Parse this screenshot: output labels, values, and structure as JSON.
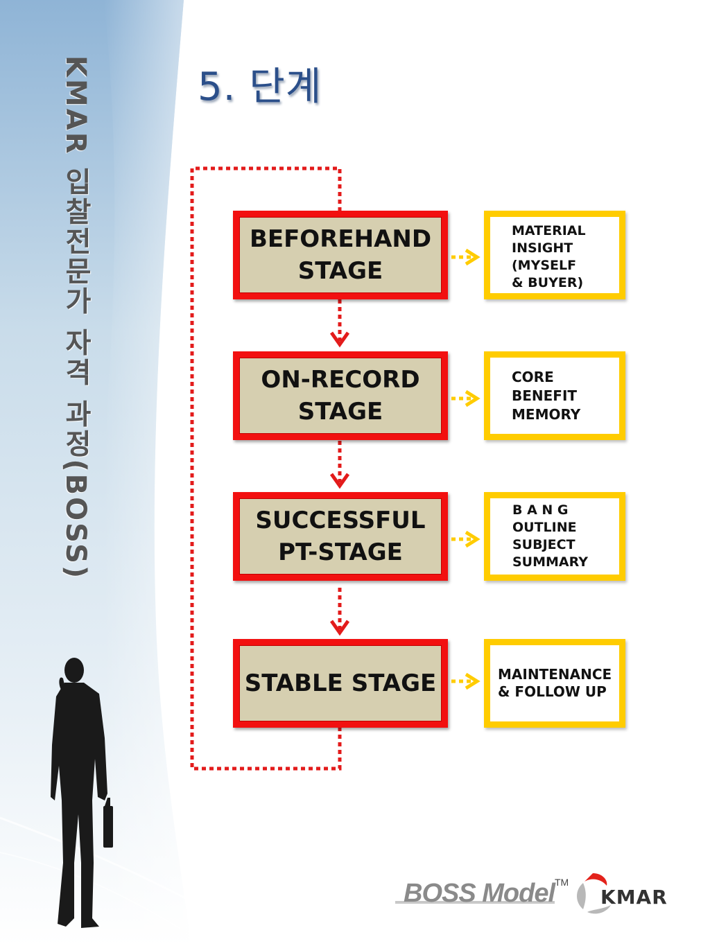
{
  "title": "5. 단계",
  "sidebar": {
    "title": "KMAR 입찰전문가 자격 과정(BOSS)"
  },
  "stages": [
    {
      "label": "BEFOREHAND\nSTAGE",
      "detail": "MATERIAL\nINSIGHT\n(MYSELF\n& BUYER)"
    },
    {
      "label": "ON-RECORD\nSTAGE",
      "detail": "CORE\nBENEFIT\nMEMORY"
    },
    {
      "label": "SUCCESSFUL\nPT-STAGE",
      "detail": "B A N G\nOUTLINE\nSUBJECT\nSUMMARY"
    },
    {
      "label": "STABLE STAGE",
      "detail": "MAINTENANCE\n & FOLLOW UP"
    }
  ],
  "footer": {
    "model_name": "BOSS Model",
    "trademark": "TM",
    "brand": "KMAR"
  },
  "colors": {
    "stage_border": "#f21010",
    "stage_fill": "#d6cfb0",
    "detail_border": "#ffcc00",
    "flow_arrow": "#e31b1b",
    "detail_arrow": "#ffcc00",
    "title": "#2b4f8a"
  }
}
